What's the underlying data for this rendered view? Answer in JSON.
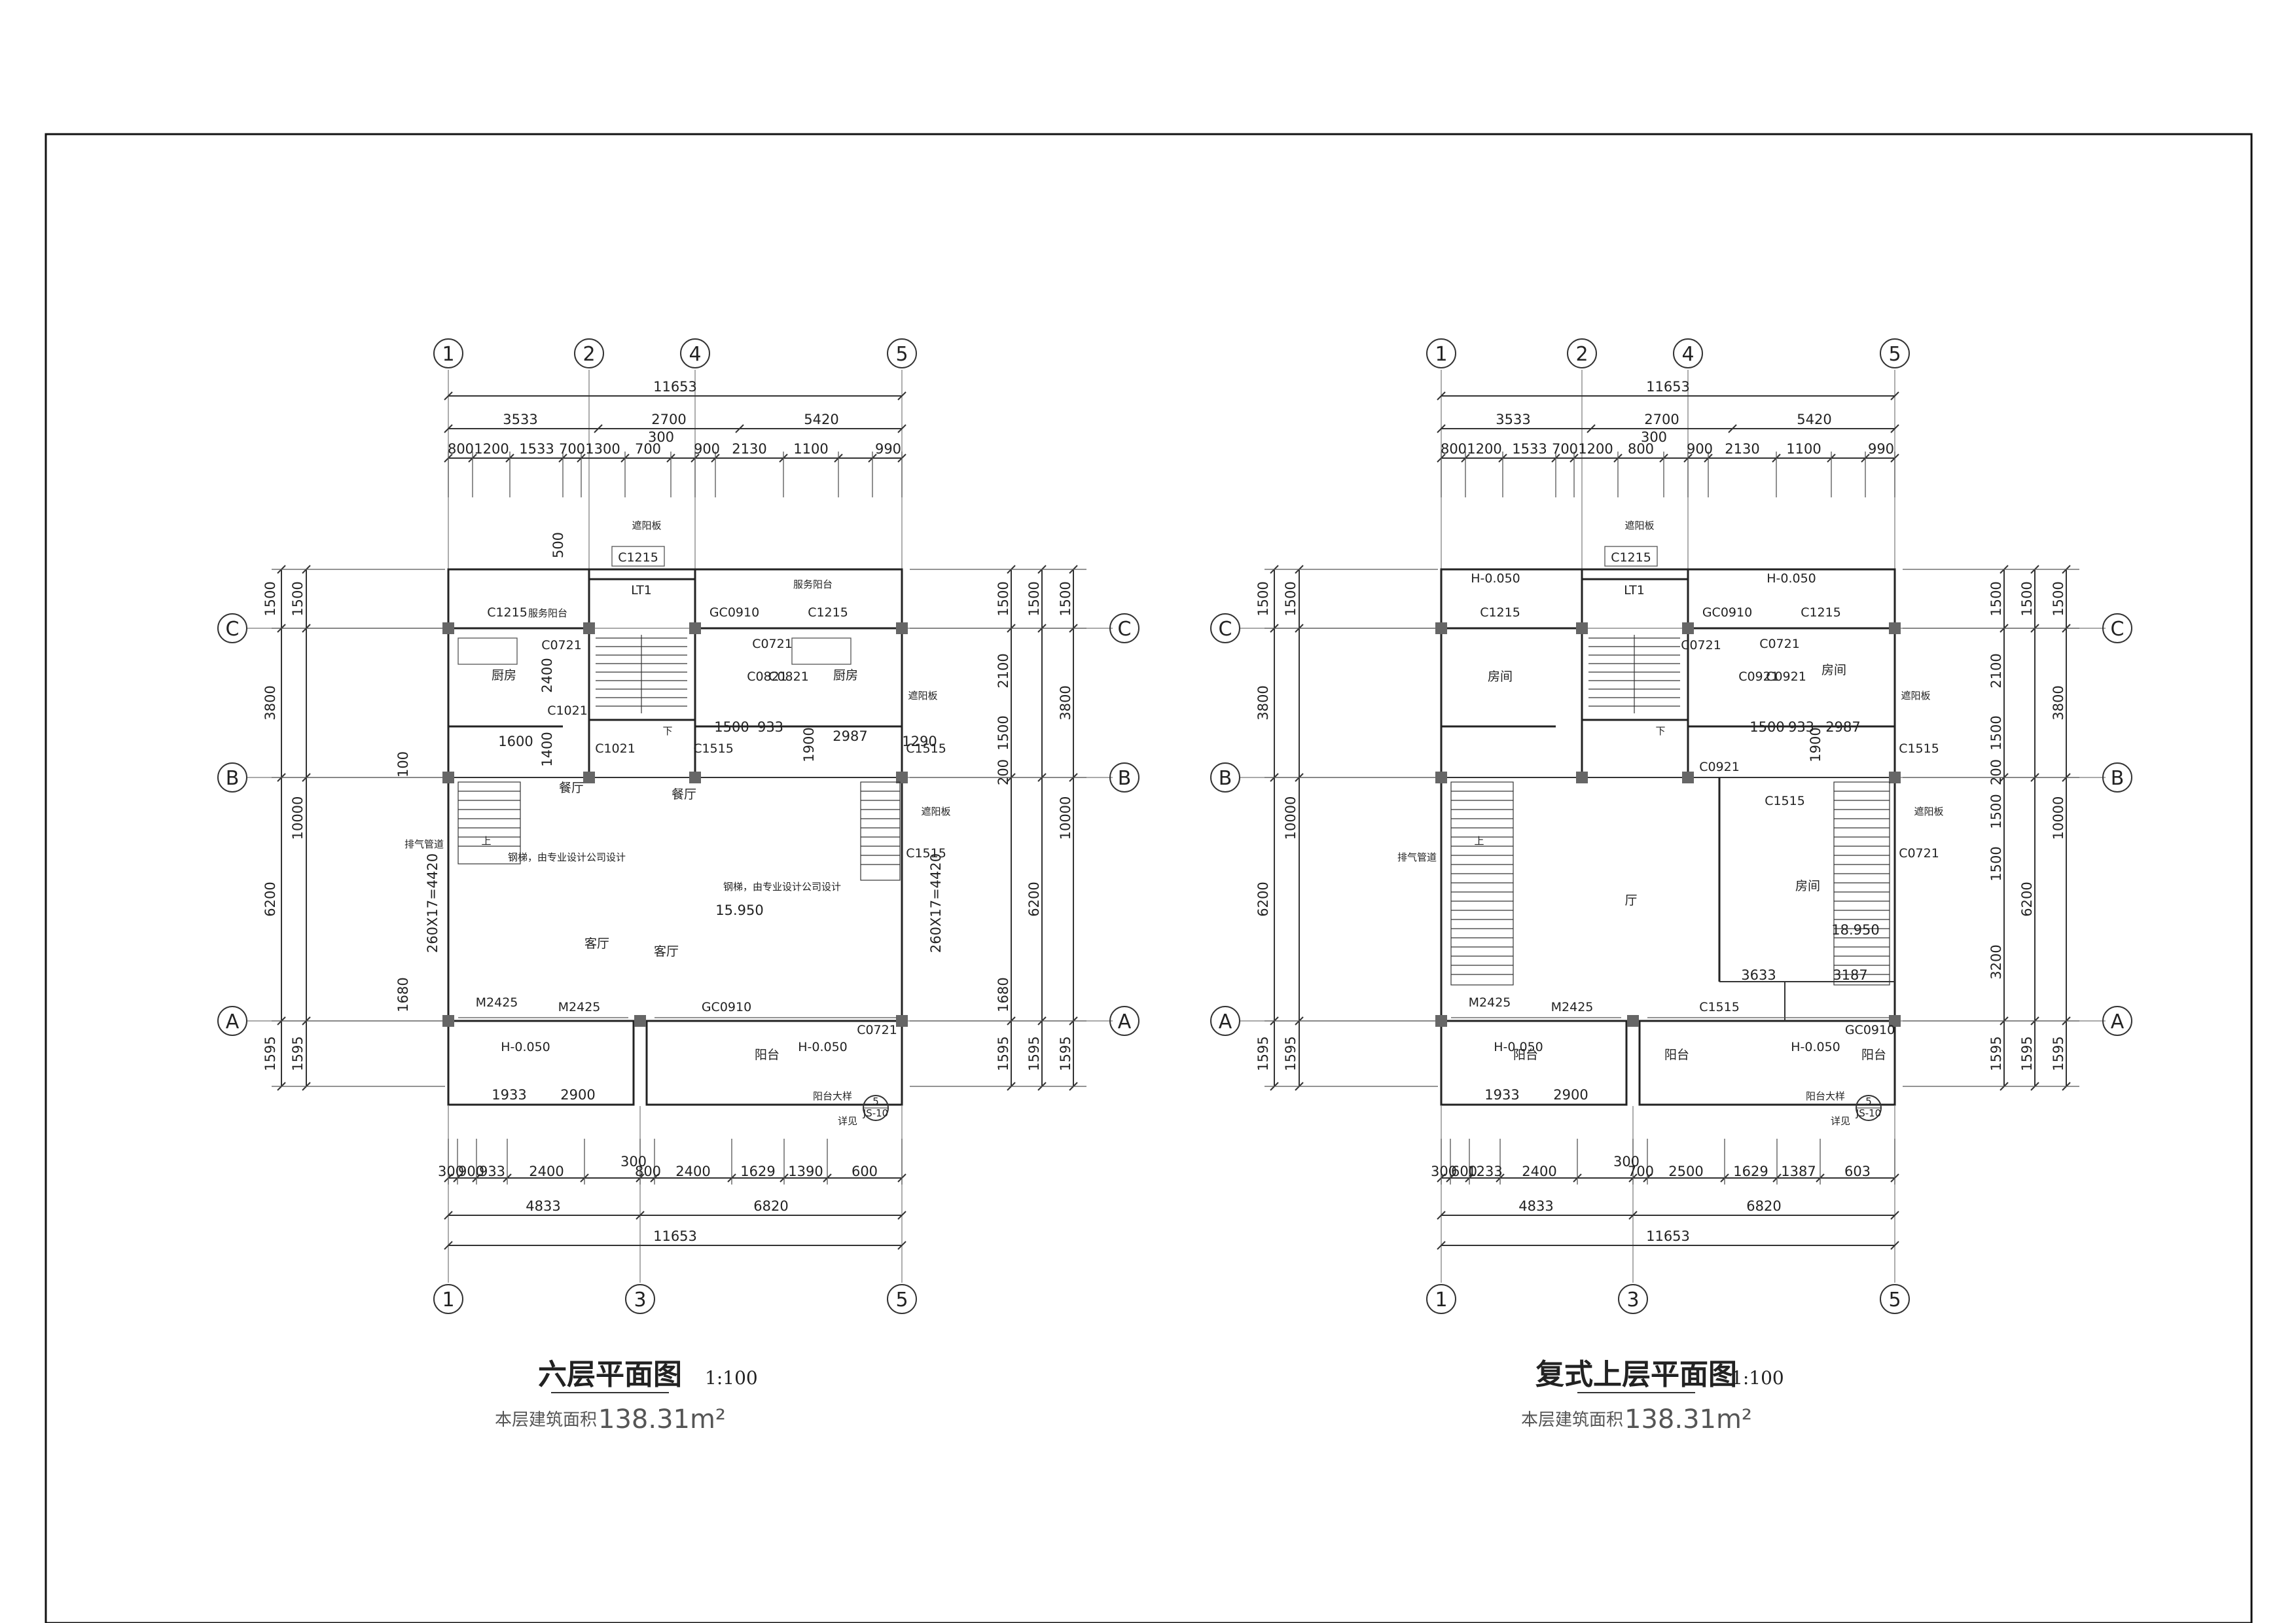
{
  "left_plan": {
    "title": "六层平面图",
    "scale": "1:100",
    "area_label": "本层建筑面积",
    "area_value": "138.31m²",
    "axes_top": [
      "1",
      "2",
      "4",
      "5"
    ],
    "axes_bottom": [
      "1",
      "3",
      "5"
    ],
    "axes_side": [
      "C",
      "B",
      "A"
    ],
    "top_total": "11653",
    "top_mid": [
      "3533",
      "2700",
      "5420"
    ],
    "top_detail": [
      "800",
      "1200",
      "1533",
      "700",
      "1300",
      "700",
      "300",
      "900",
      "2130",
      "1100",
      "990"
    ],
    "bottom_total": "11653",
    "bottom_mid": [
      "4833",
      "6820"
    ],
    "bottom_detail": [
      "300",
      "900",
      "933",
      "2400",
      "300",
      "800",
      "2400",
      "1629",
      "1390",
      "600"
    ],
    "left_dims_outer": [
      "1500",
      "3800",
      "6200",
      "1595"
    ],
    "left_dims_inner": [
      "1500",
      "10000",
      "1595"
    ],
    "left_small": [
      "100",
      "1680"
    ],
    "right_dims": [
      "1500",
      "2100",
      "1500",
      "200",
      "1680",
      "1595"
    ],
    "right_dims_mid": [
      "1500",
      "6200",
      "1595"
    ],
    "right_dims_outer": [
      "1500",
      "3800",
      "10000",
      "1595"
    ],
    "rooms": [
      "厨房",
      "厨房",
      "餐厅",
      "餐厅",
      "客厅",
      "客厅",
      "阳台"
    ],
    "labels": {
      "lt1": "LT1",
      "sunshade": "遮阳板",
      "service_balcony_left": "服务阳台",
      "service_balcony_right": "服务阳台",
      "exhaust": "排气管道",
      "stair_note": "钢梯，由专业设计公司设计",
      "stair_spec": "260X17=4420",
      "elev_1": "15.950",
      "h_minus": "H-0.050",
      "balcony_detail": "阳台大样",
      "see_detail": "详见",
      "detail_ref": "5",
      "detail_sheet": "JS-10",
      "up": "上",
      "down": "下",
      "gap": "2987",
      "d1933": "1933",
      "d2900": "2900",
      "d1600": "1600",
      "d1500": "1500",
      "d933": "933",
      "d1290": "1290",
      "d2400": "2400",
      "d1400": "1400",
      "d1900": "1900",
      "d500": "500"
    },
    "codes": [
      "C1215",
      "C1215",
      "C1215",
      "GC0910",
      "C0721",
      "C0721",
      "C0821",
      "C0821",
      "C1021",
      "C1021",
      "C1515",
      "C1515",
      "C1515",
      "C0721",
      "M2425",
      "M2425",
      "GC0910"
    ]
  },
  "right_plan": {
    "title": "复式上层平面图",
    "scale": "1:100",
    "area_label": "本层建筑面积",
    "area_value": "138.31m²",
    "axes_top": [
      "1",
      "2",
      "4",
      "5"
    ],
    "axes_bottom": [
      "1",
      "3",
      "5"
    ],
    "axes_side": [
      "C",
      "B",
      "A"
    ],
    "top_total": "11653",
    "top_mid": [
      "3533",
      "2700",
      "5420"
    ],
    "top_detail": [
      "800",
      "1200",
      "1533",
      "700",
      "1200",
      "800",
      "300",
      "900",
      "2130",
      "1100",
      "990"
    ],
    "bottom_total": "11653",
    "bottom_mid": [
      "4833",
      "6820"
    ],
    "bottom_detail": [
      "300",
      "600",
      "1233",
      "2400",
      "300",
      "700",
      "2500",
      "1629",
      "1387",
      "603"
    ],
    "left_dims_outer": [
      "1500",
      "3800",
      "6200",
      "1595"
    ],
    "left_dims_inner": [
      "1500",
      "10000",
      "1595"
    ],
    "right_dims": [
      "1500",
      "2100",
      "1500",
      "200",
      "1500",
      "1500",
      "3200",
      "1595"
    ],
    "right_dims_mid": [
      "1500",
      "6200",
      "1595"
    ],
    "right_dims_outer": [
      "1500",
      "3800",
      "10000",
      "1595"
    ],
    "rooms": [
      "房间",
      "房间",
      "厅",
      "房间",
      "阳台",
      "阳台",
      "阳台"
    ],
    "labels": {
      "lt1": "LT1",
      "sunshade": "遮阳板",
      "exhaust": "排气管道",
      "h_minus": "H-0.050",
      "elev_1": "18.950",
      "balcony_detail": "阳台大样",
      "see_detail": "详见",
      "detail_ref": "5",
      "detail_sheet": "JS-10",
      "up": "上",
      "down": "下",
      "gap": "2987",
      "d3633": "3633",
      "d3187": "3187",
      "d1933": "1933",
      "d2900": "2900",
      "d1500": "1500",
      "d933": "933",
      "d1900": "1900"
    },
    "codes": [
      "C1215",
      "C1215",
      "C1215",
      "GC0910",
      "C0721",
      "C0721",
      "C0921",
      "C0921",
      "C0921",
      "C1515",
      "C1515",
      "C0721",
      "M2425",
      "M2425",
      "C1515",
      "GC0910"
    ]
  }
}
